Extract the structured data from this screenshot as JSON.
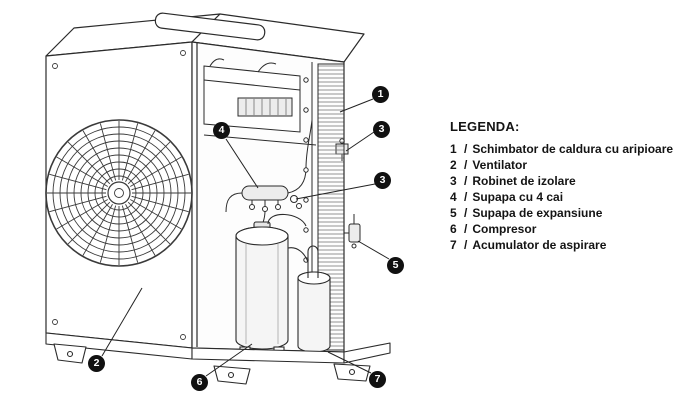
{
  "legend": {
    "title": "LEGENDA:",
    "separator": "/",
    "items": [
      {
        "num": "1",
        "label": "Schimbator de caldura cu aripioare"
      },
      {
        "num": "2",
        "label": "Ventilator"
      },
      {
        "num": "3",
        "label": "Robinet de izolare"
      },
      {
        "num": "4",
        "label": "Supapa cu 4 cai"
      },
      {
        "num": "5",
        "label": "Supapa de expansiune"
      },
      {
        "num": "6",
        "label": "Compresor"
      },
      {
        "num": "7",
        "label": "Acumulator de aspirare"
      }
    ]
  },
  "callouts": [
    {
      "num": "1"
    },
    {
      "num": "3"
    },
    {
      "num": "4"
    },
    {
      "num": "3"
    },
    {
      "num": "5"
    },
    {
      "num": "2"
    },
    {
      "num": "6"
    },
    {
      "num": "7"
    }
  ],
  "colors": {
    "line": "#2b2b2b",
    "callout_bg": "#111111",
    "callout_text": "#ffffff",
    "background": "#ffffff"
  }
}
